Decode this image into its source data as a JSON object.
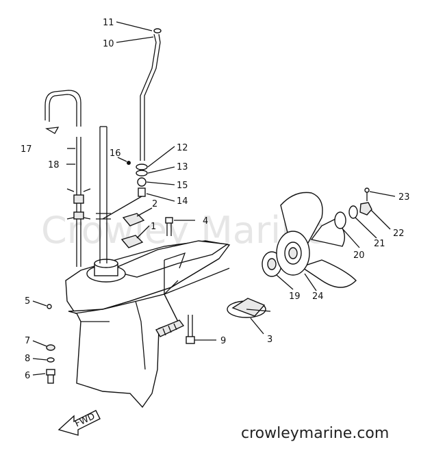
{
  "watermark": "Crowley Marine",
  "site": "crowleymarine.com",
  "fwd": "FWD",
  "callouts": [
    "1",
    "2",
    "3",
    "4",
    "5",
    "6",
    "7",
    "8",
    "9",
    "10",
    "11",
    "12",
    "13",
    "14",
    "15",
    "16",
    "17",
    "18",
    "19",
    "20",
    "21",
    "22",
    "23",
    "24"
  ]
}
